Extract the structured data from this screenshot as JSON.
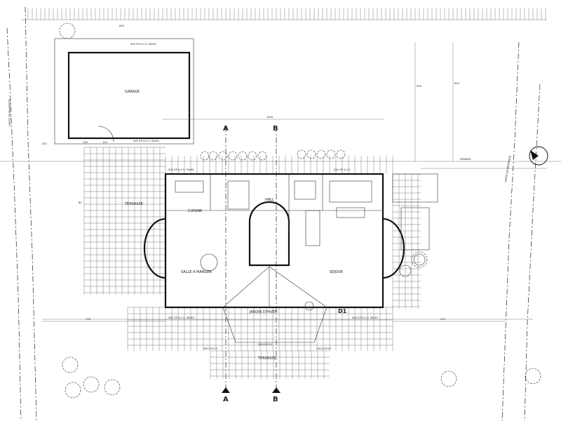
{
  "labels": {
    "garage": "GARAGE",
    "cuisine": "CUISINE",
    "hall": "HALL",
    "salle_a_manger": "SALLE A MANGER",
    "sejour": "SEJOUR",
    "jardin_hiver": "JARDIN D'HIVER",
    "terrasse_left": "TERRASSE",
    "terrasse_bottom": "TERRASSE",
    "limite_left": "LIMITE DE PROPRIETE",
    "limite_right": "LIMITE DE PROPRIETE",
    "parking": "PARKING",
    "d1": "D1"
  },
  "sections": {
    "a_top": "A",
    "b_top": "B",
    "a_bottom": "A",
    "b_bottom": "B"
  },
  "dims": {
    "top_600": "600",
    "dim_1200": "1200",
    "dim_718": "718",
    "dim_275": "275",
    "dim_900": "900",
    "dim_590": "590",
    "dim_301": "301",
    "dim_100": "100",
    "dim_150": "150",
    "dim_80": "80",
    "garage_note": "SAC EP A.C.V. 30x30",
    "garage_note2": "SAC EP A.C.V. 30x30",
    "left_note": "SAC EP A.C.V. 30x30",
    "right_note": "SAC EP A.C.V.",
    "bottom_note1": "SAC EP A.C.V. 30x30",
    "bottom_note2": "SAC EP A.C.V. 30x30",
    "dim_280": "280/195+5",
    "dim_281": "281/195+5",
    "dim_282": "282/195+5"
  }
}
